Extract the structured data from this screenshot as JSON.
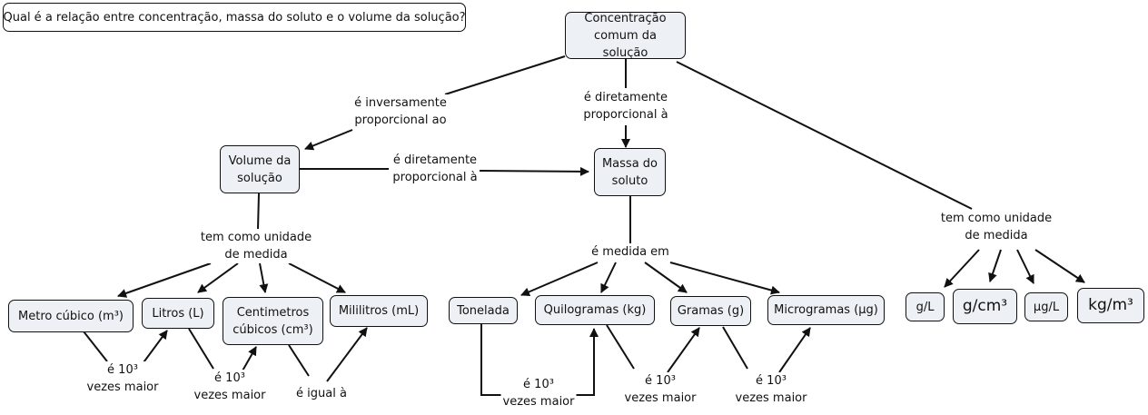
{
  "question": "Qual é a relação entre concentração, massa do soluto e o volume da solução?",
  "nodes": {
    "concentracao": "Concentração\ncomum da solução",
    "volume": "Volume da\nsolução",
    "massa": "Massa do\nsoluto",
    "metro_cubico": "Metro cúbico (m³)",
    "litros": "Litros (L)",
    "centimetros": "Centimetros\ncúbicos (cm³)",
    "mililitros": "Mililitros (mL)",
    "tonelada": "Tonelada",
    "quilogramas": "Quilogramas (kg)",
    "gramas": "Gramas (g)",
    "microgramas": "Microgramas (μg)",
    "g_l": "g/L",
    "g_cm3": "g/cm³",
    "ug_l": "μg/L",
    "kg_m3": "kg/m³"
  },
  "labels": {
    "inversamente": "é inversamente\nproporcional ao",
    "diretamente_massa": "é diretamente\nproporcional à",
    "diretamente_volume": "é diretamente\nproporcional à",
    "tem_unidade_volume": "tem como unidade\nde medida",
    "medida_em": "é medida em",
    "tem_unidade_conc": "tem como unidade\nde medida",
    "m3_litros": "é 10³\nvezes maior",
    "litros_cm3": "é 10³\nvezes maior",
    "cm3_ml": "é igual à",
    "ton_kg": "é 10³\nvezes maior",
    "kg_g": "é 10³\nvezes maior",
    "g_ug": "é 10³\nvezes maior"
  }
}
